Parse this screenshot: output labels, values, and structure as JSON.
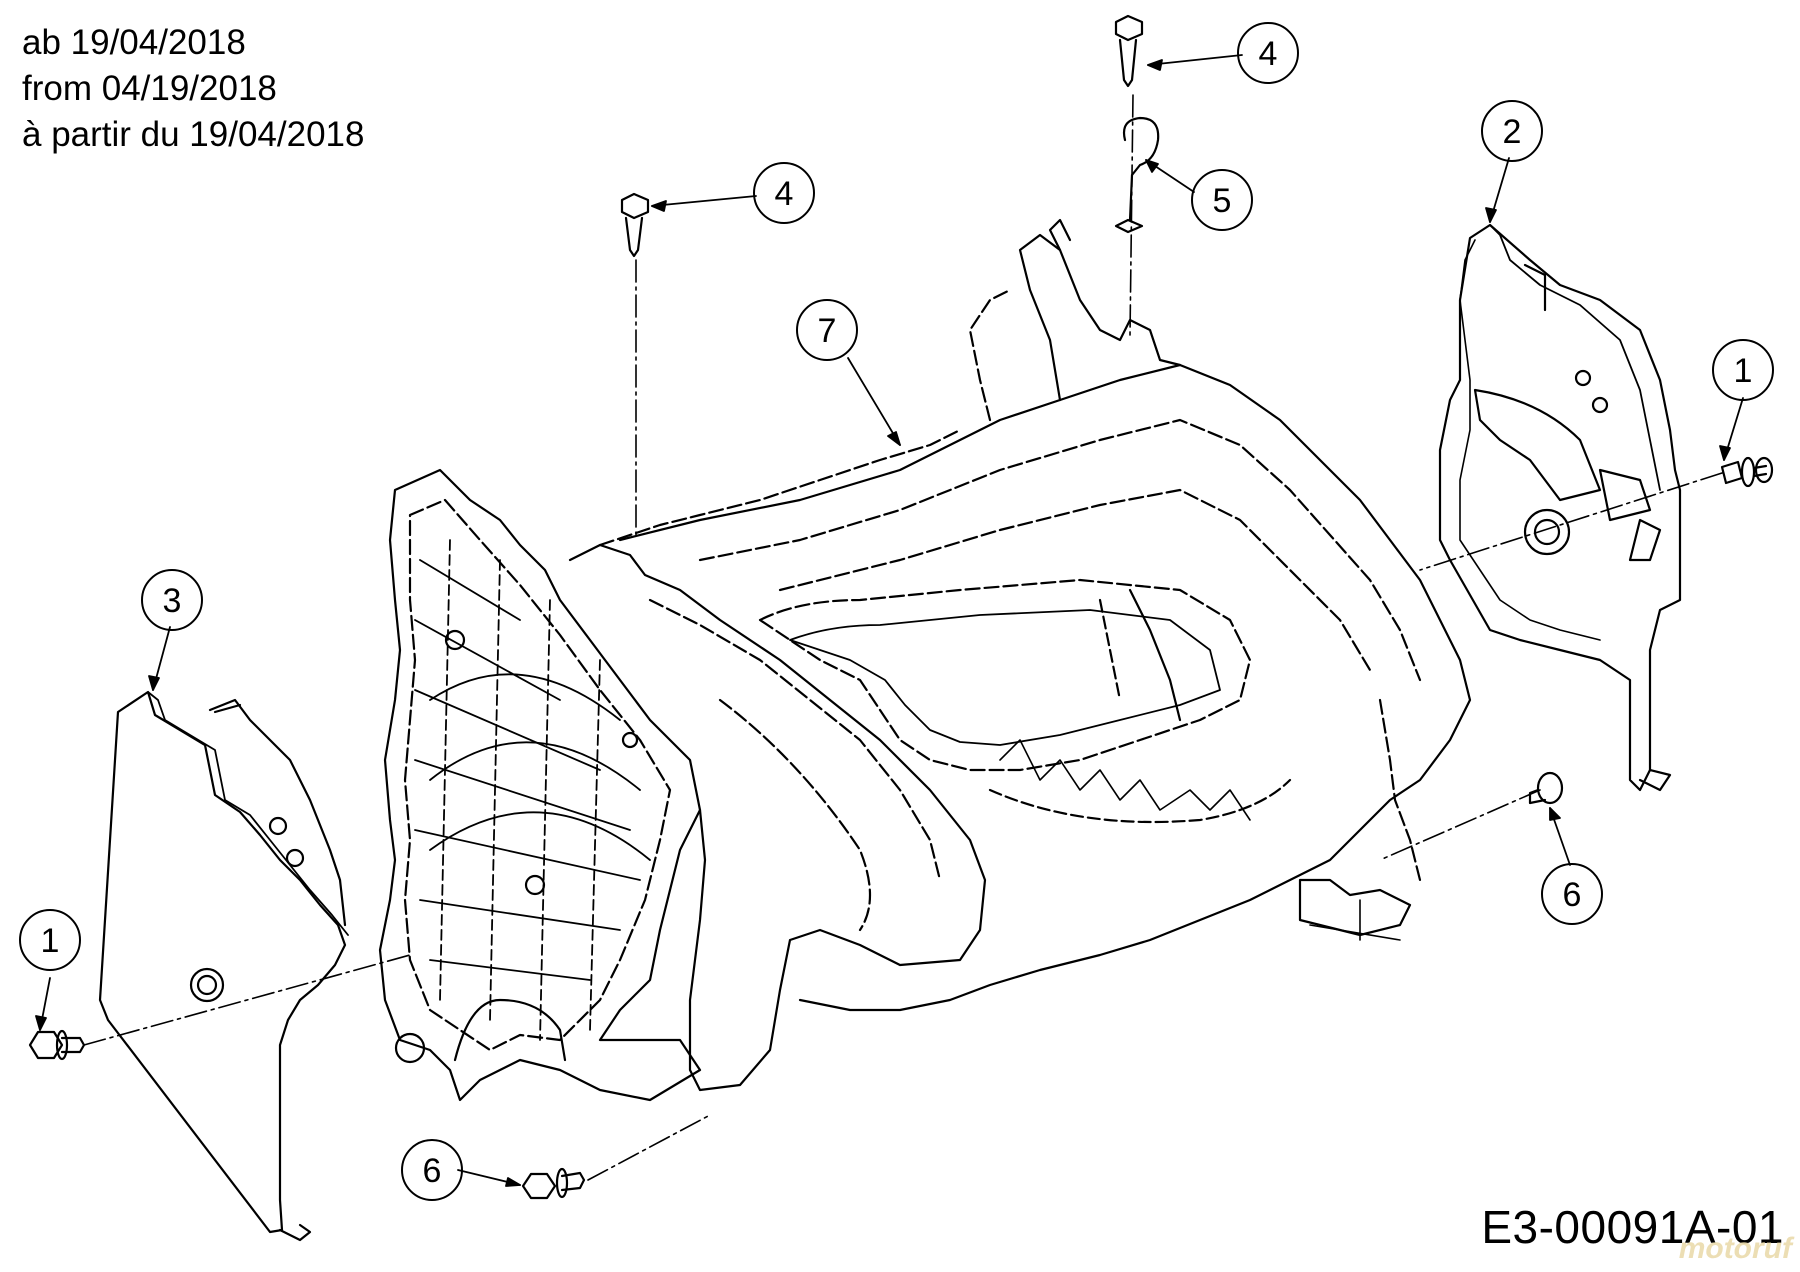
{
  "header": {
    "lines": [
      "ab 19/04/2018",
      "from 04/19/2018",
      "à partir du 19/04/2018"
    ]
  },
  "callouts": {
    "c1_left": "1",
    "c1_right": "1",
    "c2": "2",
    "c3": "3",
    "c4_top": "4",
    "c4_mid": "4",
    "c5": "5",
    "c6_bottom": "6",
    "c6_right": "6",
    "c7": "7"
  },
  "footer": {
    "code": "E3-00091A-01",
    "watermark": "motoruf"
  }
}
